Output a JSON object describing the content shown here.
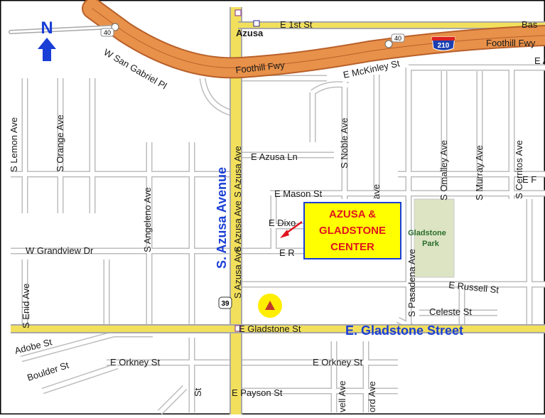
{
  "north": "N",
  "roads": {
    "azusa": "Azusa",
    "e_1st": "E 1st St",
    "bas": "Bas",
    "foothill_right": "Foothill Fwy",
    "foothill_center": "Foothill Fwy",
    "e_a": "E A",
    "shield_40_left": "40",
    "shield_40_right": "40",
    "shield_210": "210",
    "shield_39": "39",
    "w_san_gabriel": "W San Gabriel Pl",
    "e_mckinley": "E McKinley St",
    "s_lemon": "S Lemon Ave",
    "s_orange": "S Orange Ave",
    "s_noble": "S Noble Ave",
    "s_omalley": "S Omalley Ave",
    "s_murray": "S Murray Ave",
    "s_cerritos": "S Cerritos Ave",
    "e_f": "E F",
    "s_azusa_1": "S Azusa Ave",
    "s_azusa_2": "S Azusa Ave",
    "s_azusa_3": "S Azusa Ave",
    "e_azusa_ln": "E Azusa Ln",
    "e_mason": "E Mason St",
    "e_dixo": "E Dixo",
    "e_r": "E R",
    "s_angeleno": "S Angeleno Ave",
    "w_grandview": "W Grandview Dr",
    "s_enid": "S Enid Ave",
    "s_pasadena": "S Pasadena Ave",
    "e_russell": "E Russell St",
    "celeste": "Celeste St",
    "e_gladstone_st": "E Gladstone St",
    "adobe": "Adobe St",
    "boulder": "Boulder St",
    "e_orkney_left": "E Orkney St",
    "e_orkney_right": "E Orkney St",
    "e_payson": "E Payson St",
    "vell": "vell Ave",
    "ord": "ord Ave",
    "st_small": "St",
    "av_small": "ave"
  },
  "big_labels": {
    "azusa_avenue": "S. Azusa Avenue",
    "gladstone_street": "E. Gladstone Street"
  },
  "park": {
    "name": "Gladstone",
    "suffix": "Park"
  },
  "center": {
    "line1": "AZUSA &",
    "line2": "GLADSTONE",
    "line3": "CENTER"
  },
  "colors": {
    "freeway": "#e8914a",
    "freeway_edge": "#b8602a",
    "major_road": "#f2e05c",
    "minor_road": "#c9c9c9",
    "park": "#dce4c4",
    "big_label": "#1a3fd6",
    "arrow": "#1a3fd6",
    "center_box": "#ffff00",
    "center_text": "#e0141e"
  },
  "icons": {
    "north_arrow": "up-arrow-icon",
    "site_marker": "triangle-marker-icon",
    "pointer": "red-arrow-icon"
  }
}
